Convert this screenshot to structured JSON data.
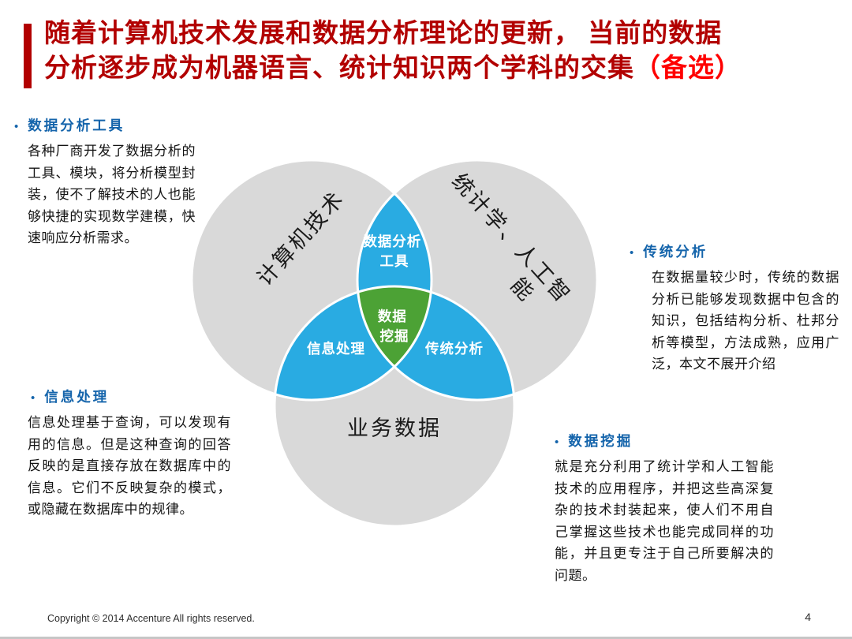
{
  "ui": {
    "bullet": "•"
  },
  "title": {
    "line1": "随着计算机技术发展和数据分析理论的更新， 当前的数据",
    "line2": "分析逐步成为机器语言、统计知识两个学科的交集",
    "line2_highlight": "（备选）"
  },
  "venn": {
    "colors": {
      "circle_gray": "#d9d9d9",
      "overlap_blue": "#29abe2",
      "overlap_green": "#4ca235"
    },
    "circle_labels": {
      "computer": "计算机技术",
      "statistics_line1": "统计学、人工智",
      "statistics_line2": "能",
      "business": "业务数据"
    },
    "overlap_labels": {
      "top_line1": "数据分析",
      "top_line2": "工具",
      "center_line1": "数据",
      "center_line2": "挖掘",
      "bottom_left": "信息处理",
      "bottom_right": "传统分析"
    }
  },
  "annotations": [
    {
      "title": "数据分析工具",
      "body": "各种厂商开发了数据分析的工具、模块，将分析模型封装，使不了解技术的人也能够快捷的实现数学建模，快速响应分析需求。"
    },
    {
      "title": "传统分析",
      "body": "在数据量较少时，传统的数据分析已能够发现数据中包含的知识，包括结构分析、杜邦分析等模型，方法成熟，应用广泛，本文不展开介绍"
    },
    {
      "title": "信息处理",
      "body": "信息处理基于查询，可以发现有用的信息。但是这种查询的回答反映的是直接存放在数据库中的信息。它们不反映复杂的模式，或隐藏在数据库中的规律。"
    },
    {
      "title": "数据挖掘",
      "body": "就是充分利用了统计学和人工智能技术的应用程序，并把这些高深复杂的技术封装起来，使人们不用自己掌握这些技术也能完成同样的功能，并且更专注于自己所要解决的问题。"
    }
  ],
  "footer": {
    "copyright": "Copyright © 2014  Accenture  All rights reserved.",
    "page_number": "4"
  },
  "theme": {
    "title_red": "#b20000",
    "highlight_red": "#ff0000",
    "heading_blue": "#1464ab"
  }
}
